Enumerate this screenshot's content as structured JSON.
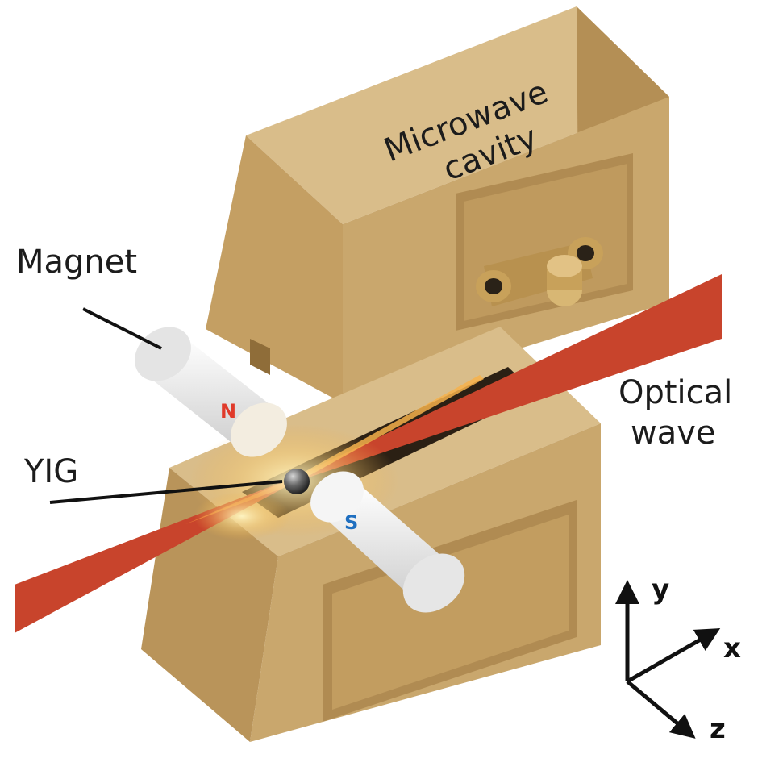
{
  "labels": {
    "cavity_line1": "Microwave",
    "cavity_line2": "cavity",
    "magnet": "Magnet",
    "yig": "YIG",
    "optical_line1": "Optical",
    "optical_line2": "wave",
    "north_pole": "N",
    "south_pole": "S"
  },
  "axes": {
    "y": "y",
    "x": "x",
    "z": "z"
  },
  "colors": {
    "cavity_front": "#c9a76d",
    "cavity_top": "#d9bd8a",
    "cavity_side": "#a8864f",
    "beam": "#c8442c",
    "north": "#e03a2a",
    "south": "#1f6fc0",
    "magnet": "#eeeeee"
  }
}
